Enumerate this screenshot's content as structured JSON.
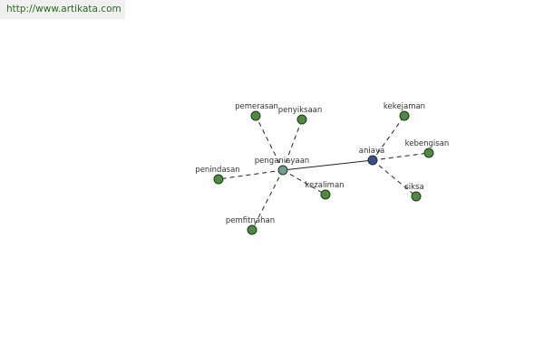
{
  "source_url": "http://www.artikata.com",
  "colors": {
    "leaf": "#4f8a43",
    "hub_primary": "#3b4c9a",
    "hub_secondary": "#6f9e98",
    "edge": "#222222",
    "node_stroke": "#1f3a18"
  },
  "nodes": [
    {
      "id": "penganiayaan",
      "label": "penganiayaan",
      "kind": "hub-secondary"
    },
    {
      "id": "aniaya",
      "label": "aniaya",
      "kind": "hub-primary"
    },
    {
      "id": "pemerasan",
      "label": "pemerasan",
      "kind": "leaf"
    },
    {
      "id": "penyiksaan",
      "label": "penyiksaan",
      "kind": "leaf"
    },
    {
      "id": "penindasan",
      "label": "penindasan",
      "kind": "leaf"
    },
    {
      "id": "kezaliman",
      "label": "kezaliman",
      "kind": "leaf"
    },
    {
      "id": "pemfitnahan",
      "label": "pemfitnahan",
      "kind": "leaf"
    },
    {
      "id": "kekejaman",
      "label": "kekejaman",
      "kind": "leaf"
    },
    {
      "id": "kebengisan",
      "label": "kebengisan",
      "kind": "leaf"
    },
    {
      "id": "siksa",
      "label": "siksa",
      "kind": "leaf"
    }
  ],
  "edges": [
    {
      "from": "penganiayaan",
      "to": "aniaya",
      "style": "solid"
    },
    {
      "from": "penganiayaan",
      "to": "pemerasan",
      "style": "dashed"
    },
    {
      "from": "penganiayaan",
      "to": "penyiksaan",
      "style": "dashed"
    },
    {
      "from": "penganiayaan",
      "to": "penindasan",
      "style": "dashed"
    },
    {
      "from": "penganiayaan",
      "to": "kezaliman",
      "style": "dashed"
    },
    {
      "from": "penganiayaan",
      "to": "pemfitnahan",
      "style": "dashed"
    },
    {
      "from": "aniaya",
      "to": "kekejaman",
      "style": "dashed"
    },
    {
      "from": "aniaya",
      "to": "kebengisan",
      "style": "dashed"
    },
    {
      "from": "aniaya",
      "to": "siksa",
      "style": "dashed"
    }
  ]
}
